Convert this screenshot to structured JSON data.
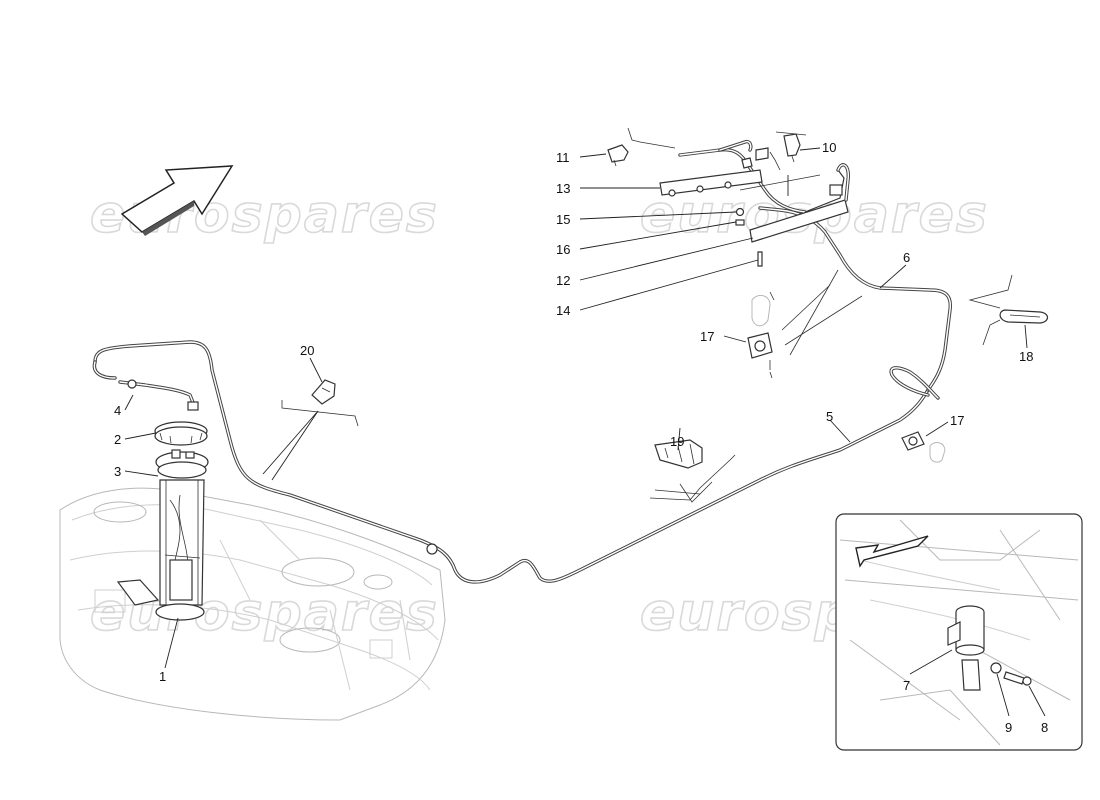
{
  "watermark": {
    "text": "eurospares"
  },
  "callouts": {
    "c1": "1",
    "c2": "2",
    "c3": "3",
    "c4": "4",
    "c5": "5",
    "c6": "6",
    "c7": "7",
    "c8": "8",
    "c9": "9",
    "c10": "10",
    "c11": "11",
    "c12": "12",
    "c13": "13",
    "c14": "14",
    "c15": "15",
    "c16": "16",
    "c17a": "17",
    "c17b": "17",
    "c18": "18",
    "c19": "19",
    "c20": "20"
  },
  "icons": {
    "front_direction_arrow": "direction-arrow-icon",
    "inset_direction_arrow": "direction-arrow-icon"
  }
}
